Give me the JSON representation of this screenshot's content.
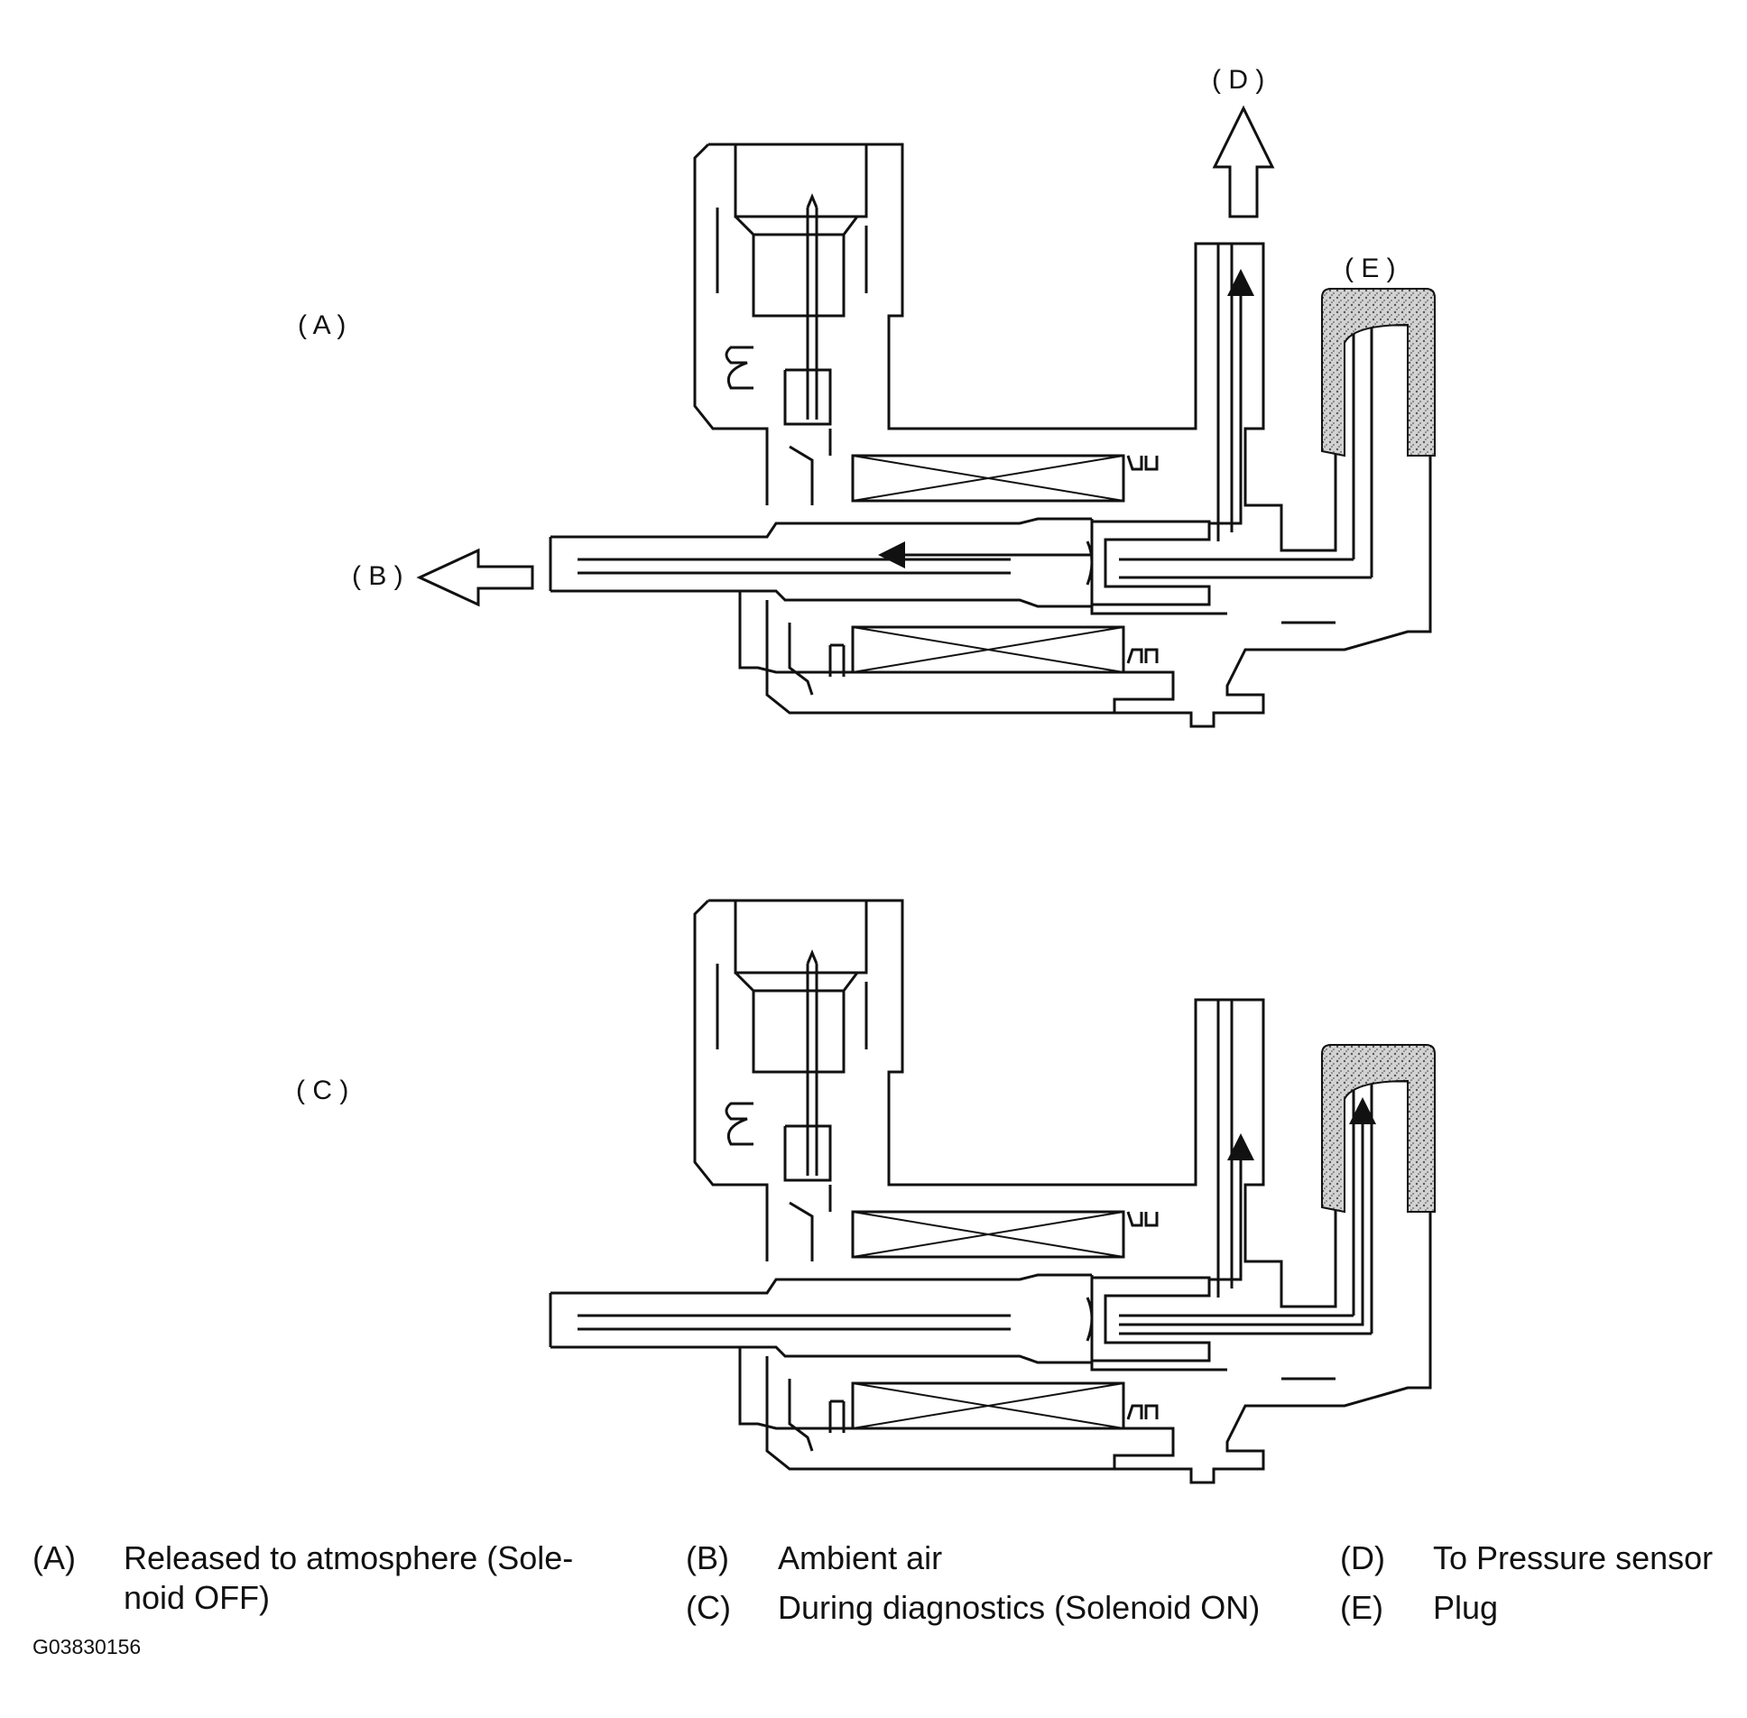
{
  "callouts": {
    "a": "( A )",
    "b": "( B )",
    "c": "( C )",
    "d": "( D )",
    "e": "( E )"
  },
  "legend": [
    {
      "code": "(A)",
      "text": "Released to atmosphere (Sole-\nnoid OFF)"
    },
    {
      "code": "(B)",
      "text": "Ambient air"
    },
    {
      "code": "(C)",
      "text": "During diagnostics (Solenoid ON)"
    },
    {
      "code": "(D)",
      "text": "To Pressure sensor"
    },
    {
      "code": "(E)",
      "text": "Plug"
    }
  ],
  "figure_id": "G03830156",
  "colors": {
    "line": "#111111",
    "plug_fill": "#bdbdbd",
    "background": "#ffffff"
  }
}
